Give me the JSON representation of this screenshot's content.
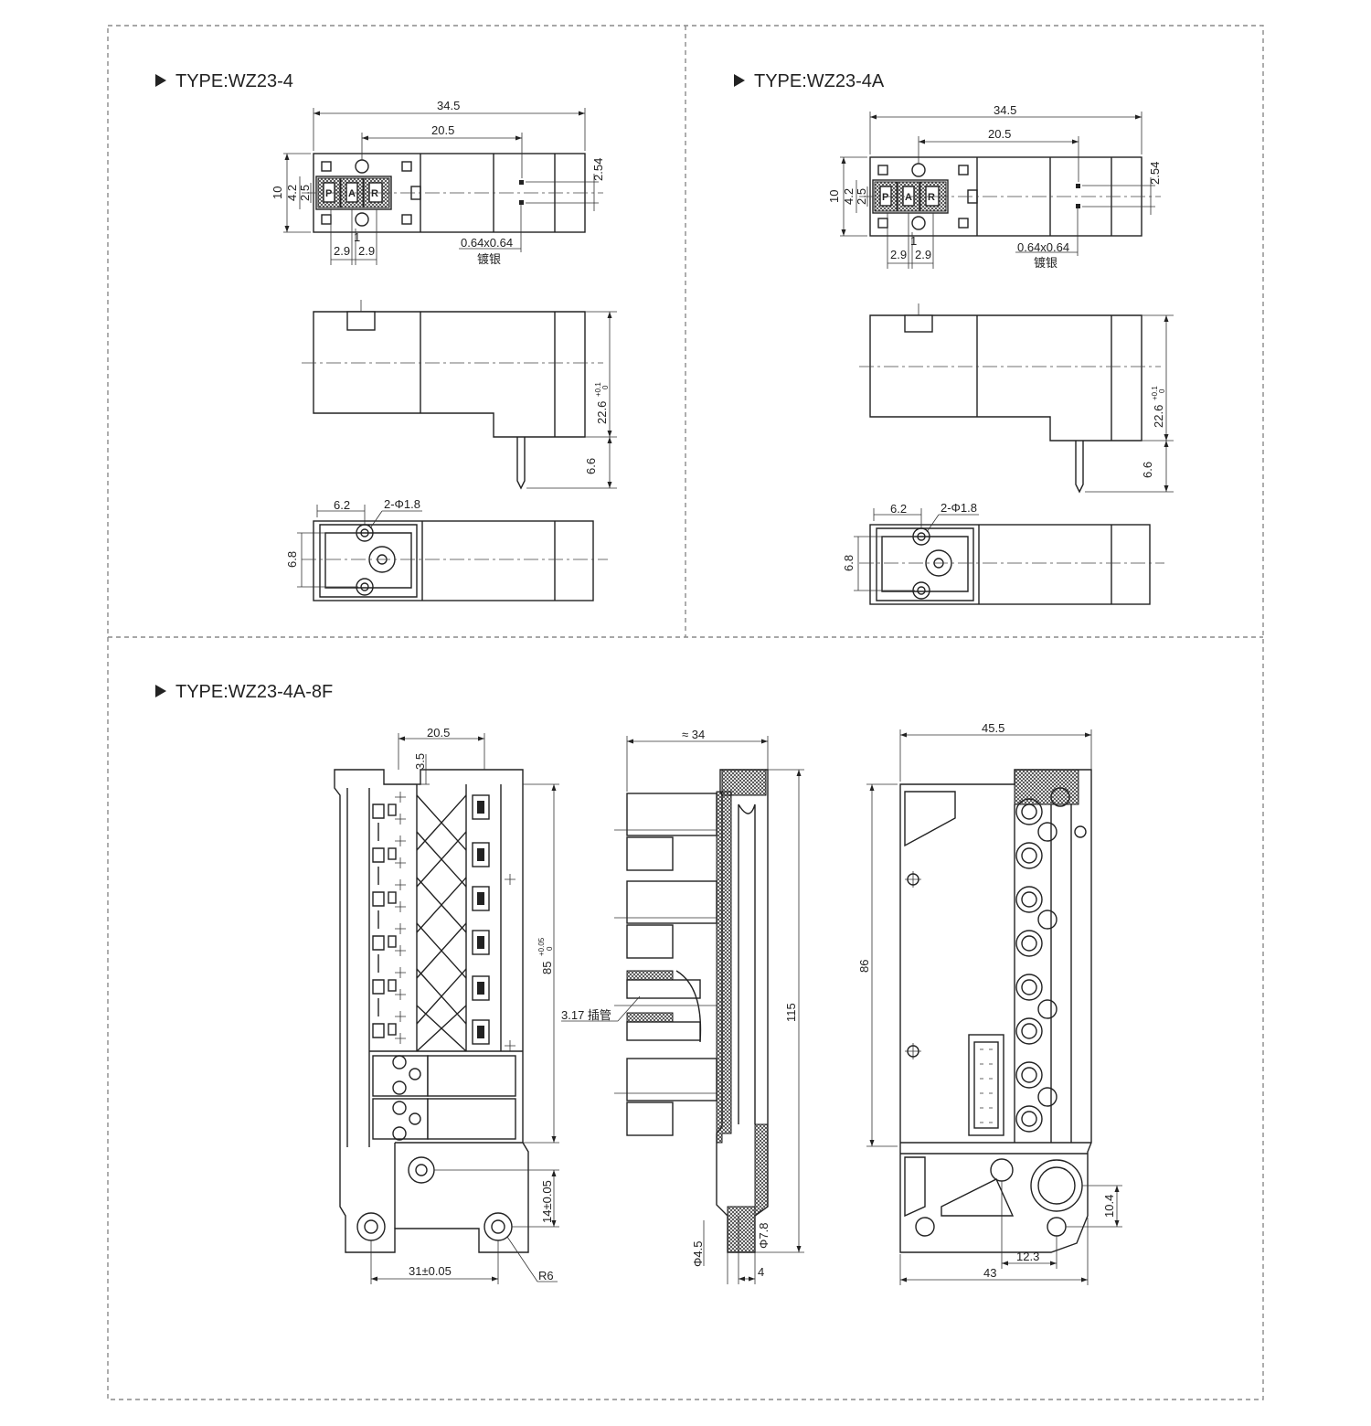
{
  "panels": {
    "wz23_4": {
      "type_label": "TYPE:WZ23-4",
      "top_view": {
        "overall_width": "34.5",
        "port_to_pin": "20.5",
        "pin_pitch": "2.54",
        "height": "10",
        "port_spacing_a": "4.2",
        "port_spacing_b": "2.5",
        "offset": "1",
        "pitch_left": "2.9",
        "pitch_right": "2.9",
        "pin_size": "0.64x0.64",
        "plating": "镀银",
        "port_p": "P",
        "port_a": "A",
        "port_r": "R"
      },
      "side_view": {
        "height": "22.6",
        "tolerance_upper": "+0.1",
        "tolerance_lower": "0",
        "pin_length": "6.6"
      },
      "bottom_view": {
        "hole_offset": "6.2",
        "holes": "2-Φ1.8",
        "hole_pitch": "6.8"
      }
    },
    "wz23_4a": {
      "type_label": "TYPE:WZ23-4A",
      "top_view": {
        "overall_width": "34.5",
        "port_to_pin": "20.5",
        "pin_pitch": "2.54",
        "height": "10",
        "port_spacing_a": "4.2",
        "port_spacing_b": "2.5",
        "offset": "1",
        "pitch_left": "2.9",
        "pitch_right": "2.9",
        "pin_size": "0.64x0.64",
        "plating": "镀银",
        "port_p": "P",
        "port_a": "A",
        "port_r": "R"
      },
      "side_view": {
        "height": "22.6",
        "tolerance_upper": "+0.1",
        "tolerance_lower": "0",
        "pin_length": "6.6"
      },
      "bottom_view": {
        "hole_offset": "6.2",
        "holes": "2-Φ1.8",
        "hole_pitch": "6.8"
      }
    },
    "wz23_4a_8f": {
      "type_label": "TYPE:WZ23-4A-8F",
      "front_view": {
        "width_top": "20.5",
        "offset_top": "3.5",
        "height": "85",
        "tolerance_upper": "+0.05",
        "tolerance_lower": "0",
        "mount_height": "14±0.05",
        "mount_pitch": "31±0.05",
        "radius": "R6"
      },
      "side_view": {
        "depth": "≈ 34",
        "tube_label": "3.17 插管",
        "total_height": "115",
        "hole_small": "Φ4.5",
        "hole_large": "Φ7.8",
        "thickness": "4"
      },
      "back_view": {
        "width": "45.5",
        "height": "86",
        "port_height": "10.4",
        "port_offset": "12.3",
        "base_width": "43"
      }
    }
  }
}
